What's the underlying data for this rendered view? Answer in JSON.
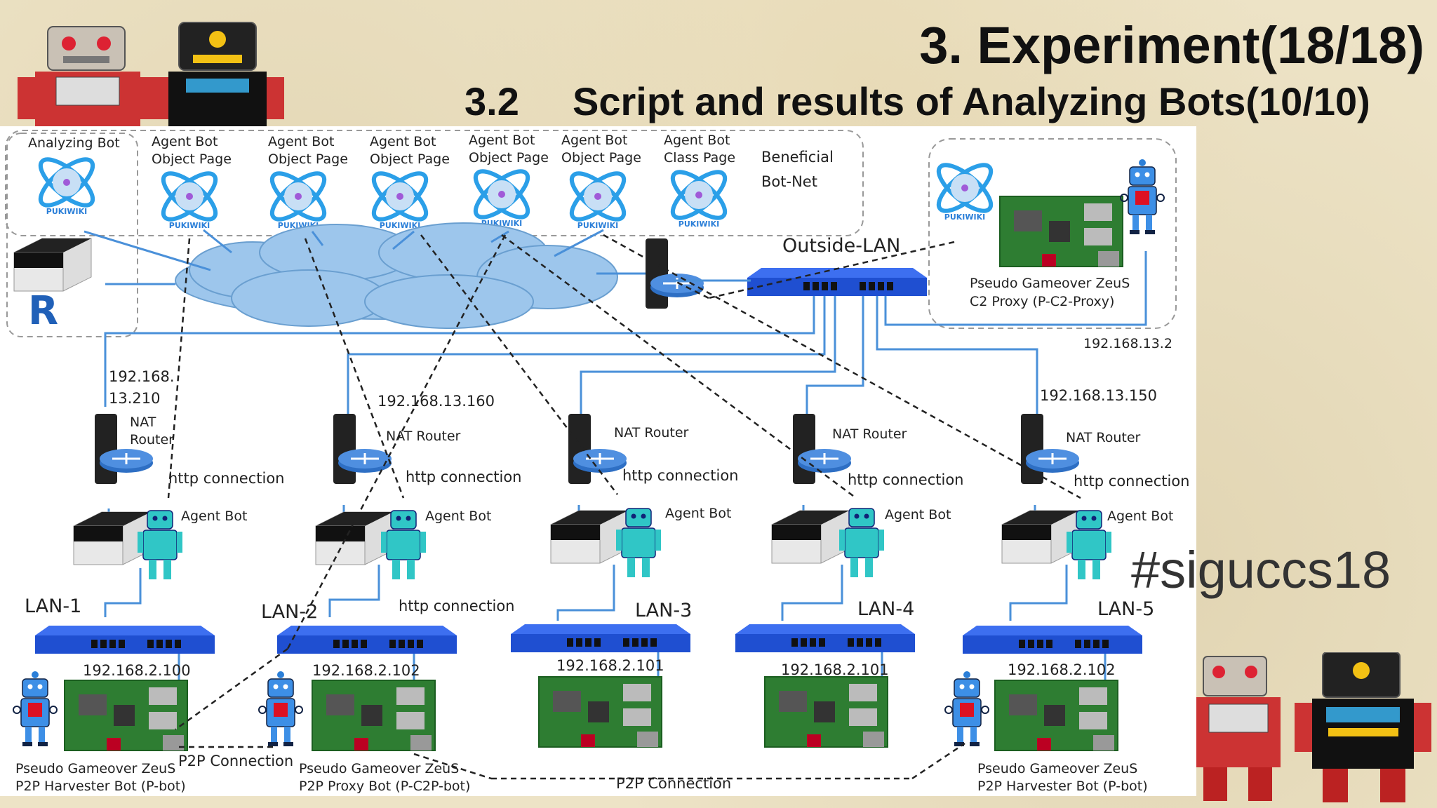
{
  "slide": {
    "title": "3. Experiment(18/18)",
    "subtitle_number": "3.2",
    "subtitle": "Script and results of Analyzing Bots(10/10)",
    "hashtag": "#siguccs18"
  },
  "diagram": {
    "beneficial_botnet": {
      "label_line1": "Beneficial",
      "label_line2": "Bot-Net",
      "nodes": [
        {
          "line1": "Analyzing Bot",
          "line2": ""
        },
        {
          "line1": "Agent Bot",
          "line2": "Object Page"
        },
        {
          "line1": "Agent Bot",
          "line2": "Object Page"
        },
        {
          "line1": "Agent Bot",
          "line2": "Object Page"
        },
        {
          "line1": "Agent Bot",
          "line2": "Object Page"
        },
        {
          "line1": "Agent Bot",
          "line2": "Object Page"
        },
        {
          "line1": "Agent Bot",
          "line2": "Class Page"
        }
      ],
      "wiki_logo_text": "PUKIWIKI"
    },
    "outside_lan": "Outside-LAN",
    "c2_proxy": {
      "line1": "Pseudo Gameover ZeuS",
      "line2": "C2 Proxy (P-C2-Proxy)",
      "ip": "192.168.13.2"
    },
    "r_logo": "R",
    "routers": [
      {
        "ip_line1": "192.168.",
        "ip_line2": "13.210",
        "name_line1": "NAT",
        "name_line2": "Router",
        "http": "http connection",
        "agent": "Agent Bot"
      },
      {
        "ip_line1": "192.168.13.160",
        "ip_line2": "",
        "name_line1": "NAT Router",
        "name_line2": "",
        "http": "http connection",
        "agent": "Agent Bot"
      },
      {
        "ip_line1": "",
        "ip_line2": "",
        "name_line1": "NAT Router",
        "name_line2": "",
        "http": "http connection",
        "agent": "Agent Bot"
      },
      {
        "ip_line1": "",
        "ip_line2": "",
        "name_line1": "NAT Router",
        "name_line2": "",
        "http": "http connection",
        "agent": "Agent Bot"
      },
      {
        "ip_line1": "192.168.13.150",
        "ip_line2": "",
        "name_line1": "NAT Router",
        "name_line2": "",
        "http": "http connection",
        "agent": "Agent Bot"
      }
    ],
    "lans": [
      {
        "name": "LAN-1",
        "ip": "192.168.2.100"
      },
      {
        "name": "LAN-2",
        "ip": "192.168.2.102"
      },
      {
        "name": "LAN-3",
        "ip": "192.168.2.101"
      },
      {
        "name": "LAN-4",
        "ip": "192.168.2.101"
      },
      {
        "name": "LAN-5",
        "ip": "192.168.2.102"
      }
    ],
    "extra_http": "http connection",
    "p2p_label_1": "P2P Connection",
    "p2p_label_2": "P2P Connection",
    "bottom_bots": [
      {
        "line1": "Pseudo Gameover ZeuS",
        "line2": "P2P Harvester Bot (P-bot)"
      },
      {
        "line1": "Pseudo Gameover ZeuS",
        "line2": "P2P Proxy Bot (P-C2P-bot)"
      },
      {
        "line1": "Pseudo Gameover ZeuS",
        "line2": "P2P Harvester Bot (P-bot)"
      }
    ],
    "colors": {
      "link": "#4a90d9",
      "switch": "#1f4fd1",
      "router_disk": "#2e6fc4",
      "cloud": "#9dc6ec",
      "board": "#2e7d32"
    }
  }
}
